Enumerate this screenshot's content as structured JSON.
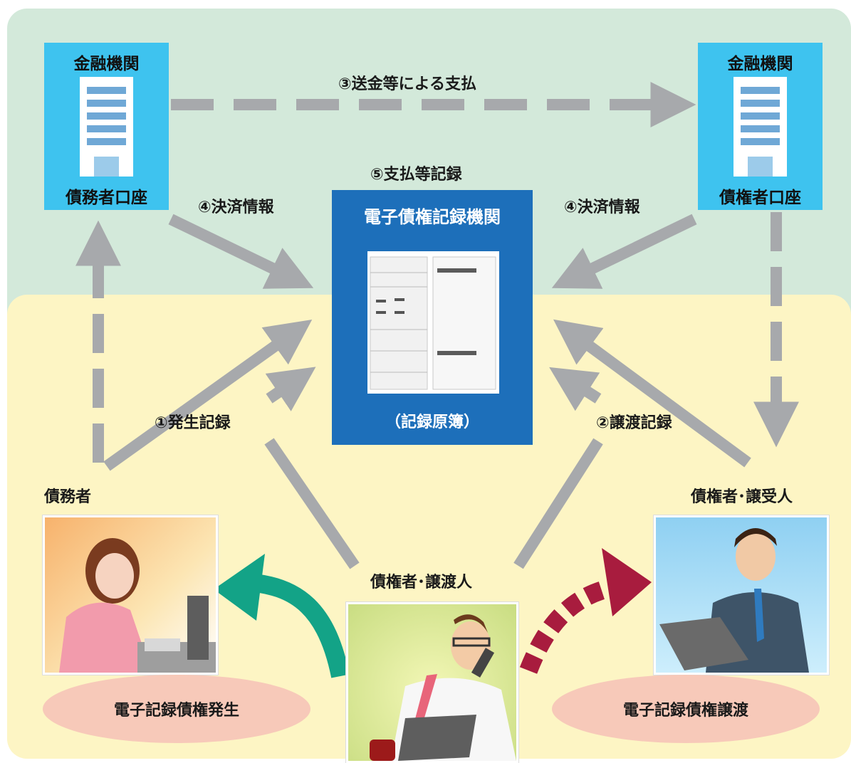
{
  "banks": {
    "left": {
      "title": "金融機関",
      "account": "債務者口座"
    },
    "right": {
      "title": "金融機関",
      "account": "債権者口座"
    }
  },
  "flows": {
    "payment": "③送金等による支払",
    "payment_record": "⑤支払等記録",
    "settlement_left": "④決済情報",
    "settlement_right": "④決済情報",
    "issue_record": "①発生記録",
    "transfer_record": "②譲渡記録"
  },
  "registry": {
    "title": "電子債権記録機関",
    "subtitle": "（記録原簿）"
  },
  "parties": {
    "debtor": "債務者",
    "creditor_assignee": "債権者･譲受人",
    "creditor_assignor": "債権者･譲渡人"
  },
  "actions": {
    "issuance": "電子記録債権発生",
    "transfer": "電子記録債権譲渡"
  },
  "colors": {
    "upper_background": "#d3e9da",
    "lower_background": "#fdf5c4",
    "bank_blue": "#3ec3ef",
    "registry_blue": "#1d6fba",
    "arrow_gray": "#a7a9ac",
    "issuance_arrow": "#13a387",
    "transfer_arrow": "#a81c3e",
    "action_oval": "#f7c9b9"
  }
}
